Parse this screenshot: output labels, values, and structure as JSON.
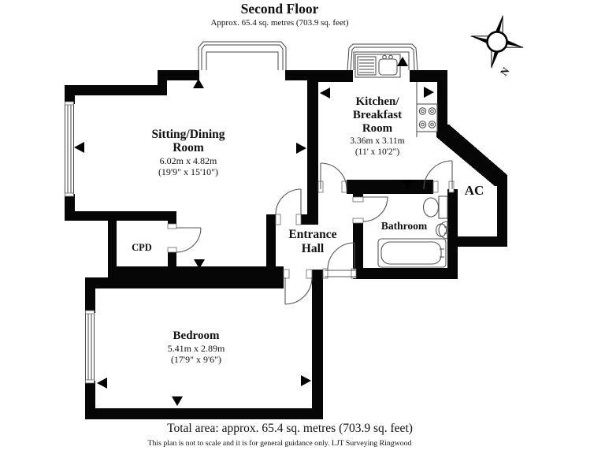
{
  "page": {
    "background": "#ffffff",
    "wall_color": "#060606",
    "line_color": "#555555"
  },
  "header": {
    "title": "Second Floor",
    "subtitle": "Approx. 65.4 sq. metres (703.9 sq. feet)"
  },
  "compass": {
    "north_label": "N"
  },
  "rooms": {
    "sitting_dining": {
      "name_line1": "Sitting/Dining",
      "name_line2": "Room",
      "dims_metric": "6.02m x 4.82m",
      "dims_imperial": "(19'9\" x 15'10\")"
    },
    "kitchen": {
      "name_line1": "Kitchen/",
      "name_line2": "Breakfast",
      "name_line3": "Room",
      "dims_metric": "3.36m x 3.11m",
      "dims_imperial": "(11' x 10'2\")"
    },
    "bedroom": {
      "name_line1": "Bedroom",
      "dims_metric": "5.41m x 2.89m",
      "dims_imperial": "(17'9\" x 9'6\")"
    },
    "entrance_hall": {
      "name_line1": "Entrance",
      "name_line2": "Hall"
    },
    "bathroom": {
      "name_line1": "Bathroom"
    },
    "cupboard": {
      "name_line1": "CPD"
    },
    "airing_cupboard": {
      "name_line1": "AC"
    }
  },
  "footer": {
    "total_area": "Total area: approx. 65.4 sq. metres (703.9 sq. feet)",
    "disclaimer": "This plan is not to scale and it is for general guidance only. LJT Surveying Ringwood"
  }
}
